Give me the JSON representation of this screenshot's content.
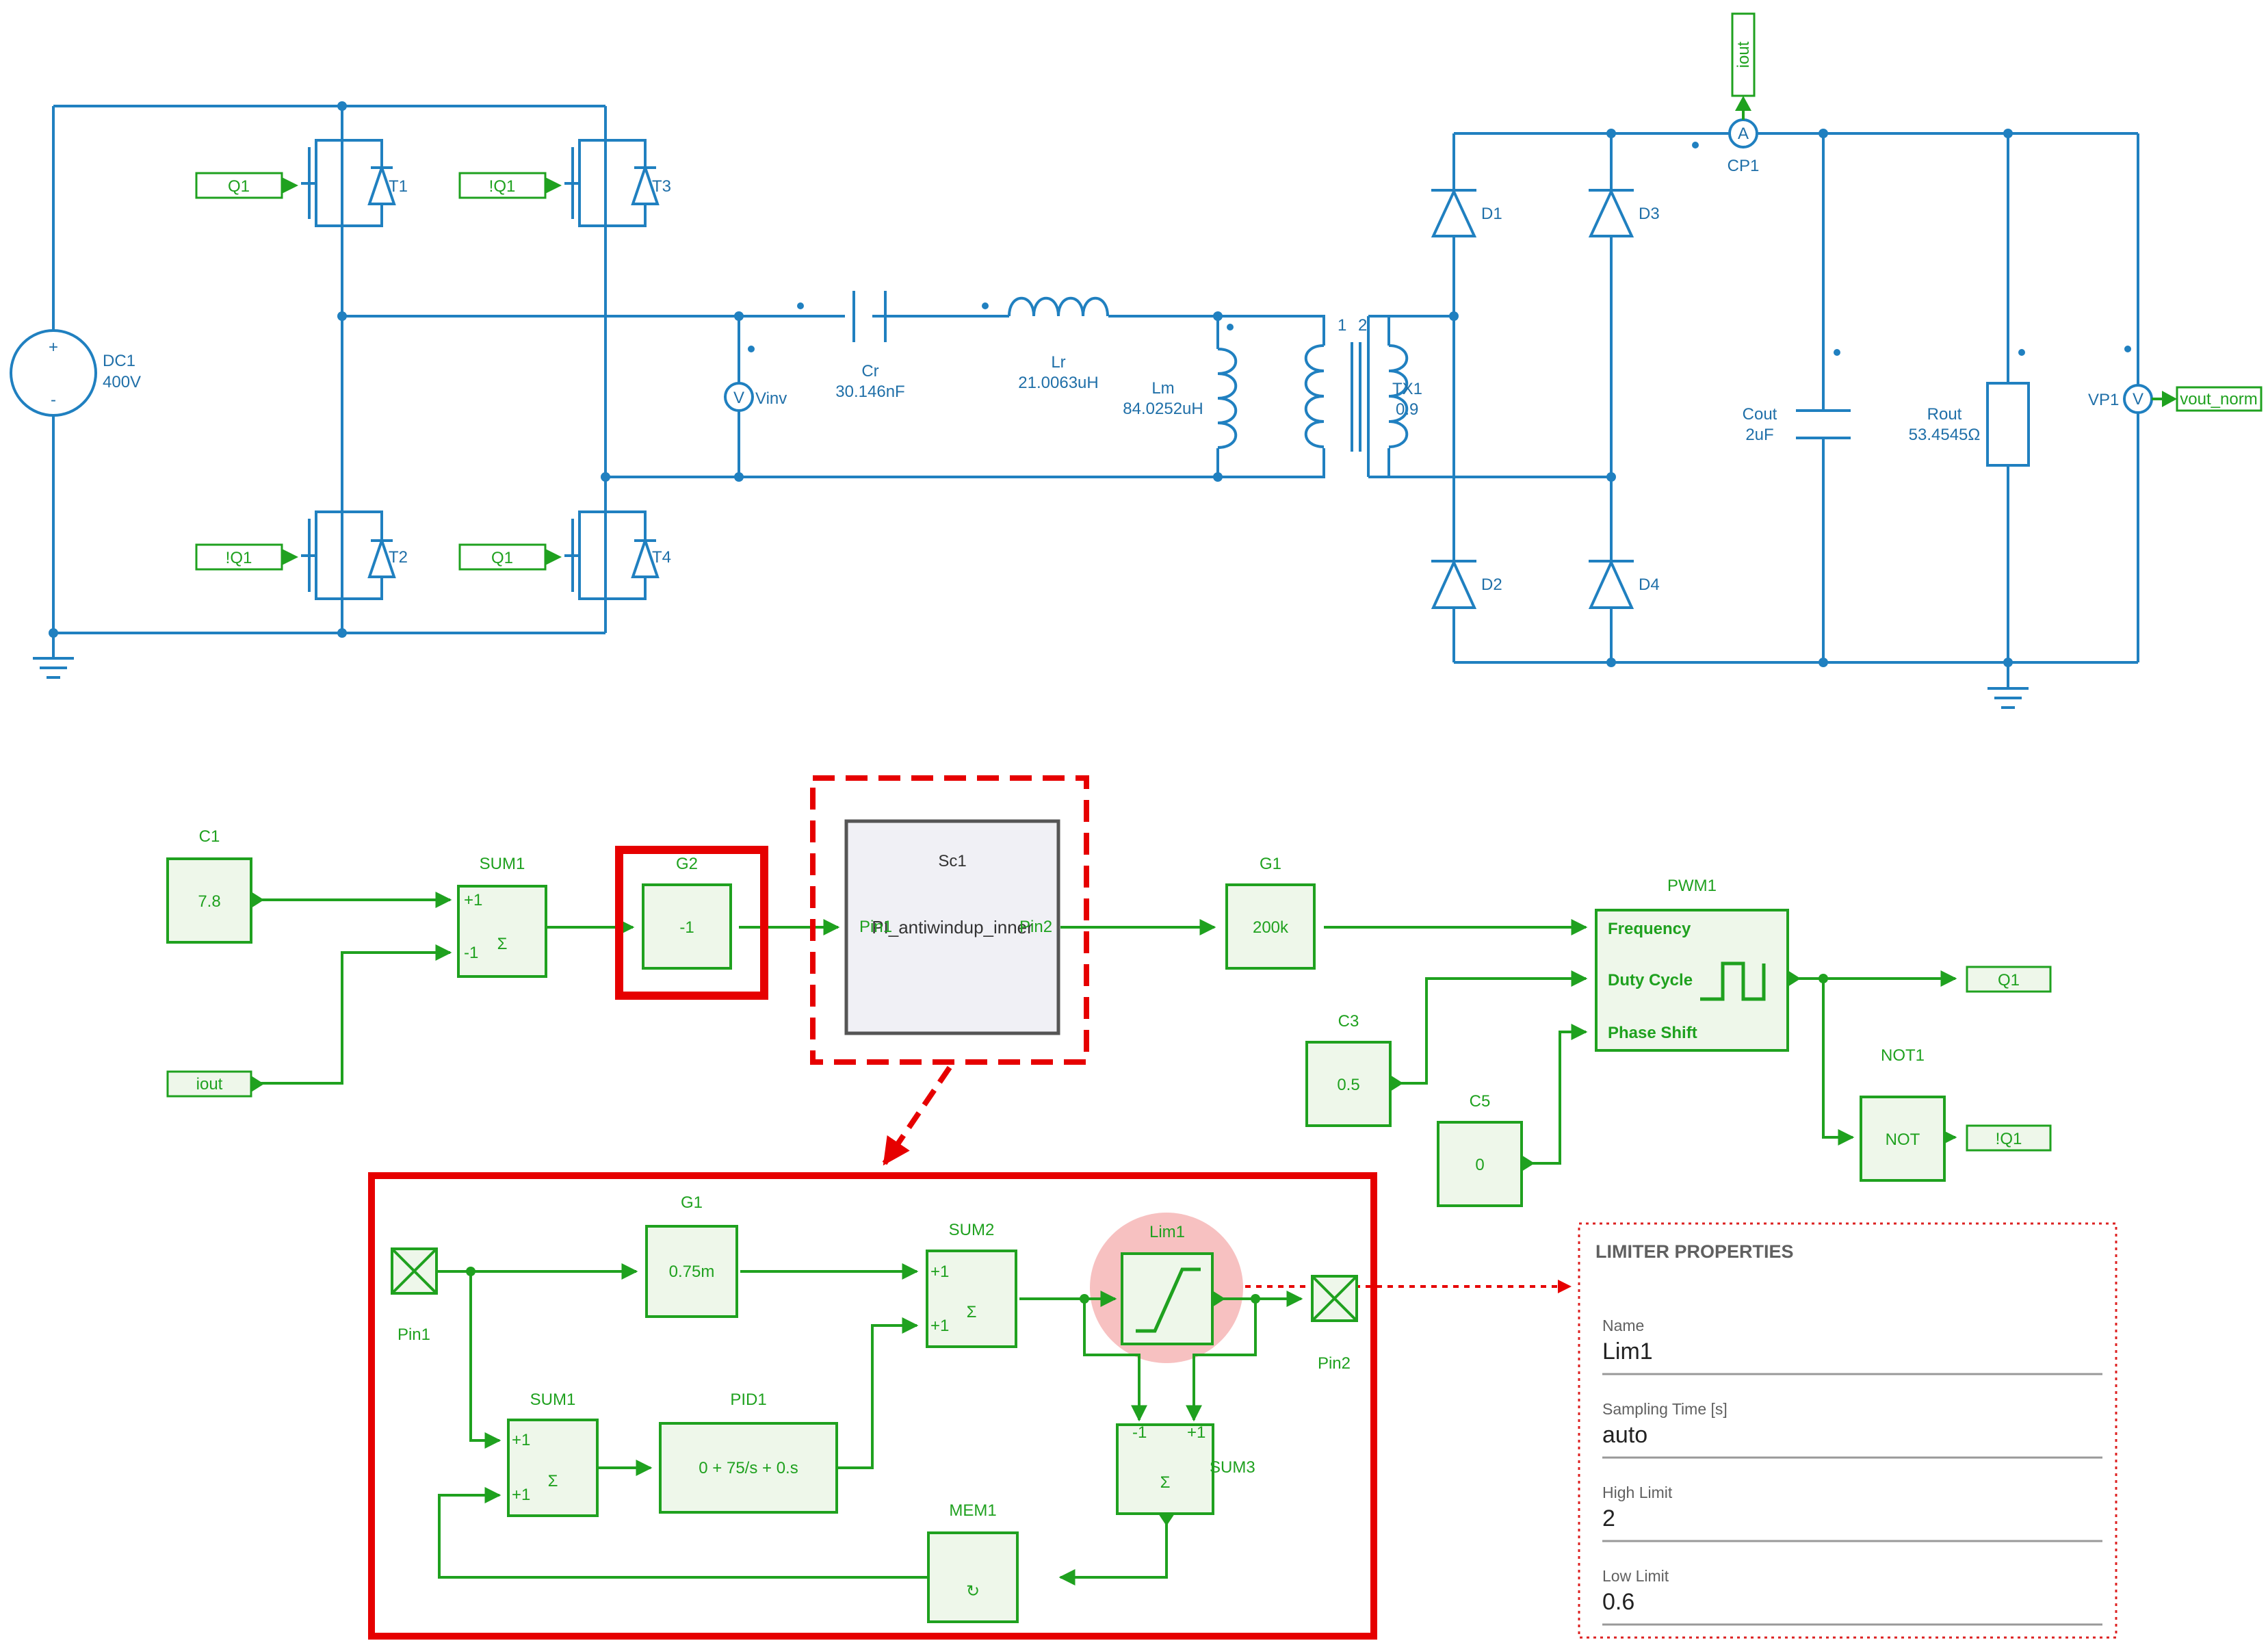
{
  "colors": {
    "circuit": "#2080c0",
    "control": "#1fa11f",
    "block_fill": "#eef7ea",
    "highlight": "#e60000",
    "subsystem_fill": "#f0f0f5",
    "limiter_glow": "#f4a6a6"
  },
  "power": {
    "dc1": {
      "name": "DC1",
      "value": "400V",
      "plus": "+",
      "minus": "-"
    },
    "t1": "T1",
    "t2": "T2",
    "t3": "T3",
    "t4": "T4",
    "gate_t1": "Q1",
    "gate_t2": "!Q1",
    "gate_t3": "!Q1",
    "gate_t4": "Q1",
    "vinv": {
      "name": "Vinv",
      "symbol": "V"
    },
    "cr": {
      "name": "Cr",
      "value": "30.146nF"
    },
    "lr": {
      "name": "Lr",
      "value": "21.0063uH"
    },
    "lm": {
      "name": "Lm",
      "value": "84.0252uH"
    },
    "tx1": {
      "name": "TX1",
      "value": "0.9",
      "pin1": "1",
      "pin2": "2"
    },
    "d1": "D1",
    "d2": "D2",
    "d3": "D3",
    "d4": "D4",
    "cp1": {
      "name": "CP1",
      "symbol": "A",
      "tag": "iout"
    },
    "cout": {
      "name": "Cout",
      "value": "2uF"
    },
    "rout": {
      "name": "Rout",
      "value": "53.4545Ω"
    },
    "vp1": {
      "name": "VP1",
      "symbol": "V",
      "tag": "vout_norm"
    }
  },
  "control": {
    "c1": {
      "name": "C1",
      "value": "7.8"
    },
    "iout_tag": "iout",
    "sum1": {
      "name": "SUM1",
      "symbol": "Σ",
      "in1": "+1",
      "in2": "-1"
    },
    "g2": {
      "name": "G2",
      "value": "-1"
    },
    "sc1": {
      "name": "Sc1",
      "label": "PI_antiwindup_inner",
      "pin_in": "Pin1",
      "pin_out": "Pin2"
    },
    "g1": {
      "name": "G1",
      "value": "200k"
    },
    "pwm1": {
      "name": "PWM1",
      "in1": "Frequency",
      "in2": "Duty Cycle",
      "in3": "Phase Shift"
    },
    "c3": {
      "name": "C3",
      "value": "0.5"
    },
    "c5": {
      "name": "C5",
      "value": "0"
    },
    "not1": {
      "name": "NOT1",
      "label": "NOT"
    },
    "q1_out": "Q1",
    "nq1_out": "!Q1"
  },
  "subsystem": {
    "pin1": "Pin1",
    "pin2": "Pin2",
    "g1": {
      "name": "G1",
      "value": "0.75m"
    },
    "sum2": {
      "name": "SUM2",
      "symbol": "Σ",
      "in1": "+1",
      "in2": "+1"
    },
    "lim1": {
      "name": "Lim1"
    },
    "sum1": {
      "name": "SUM1",
      "symbol": "Σ",
      "in1": "+1",
      "in2": "+1"
    },
    "pid1": {
      "name": "PID1",
      "value": "0 + 75/s + 0.s"
    },
    "sum3": {
      "name": "SUM3",
      "symbol": "Σ",
      "in1": "-1",
      "in2": "+1"
    },
    "mem1": {
      "name": "MEM1",
      "symbol": "↻"
    }
  },
  "properties": {
    "title": "LIMITER PROPERTIES",
    "fields": [
      {
        "label": "Name",
        "value": "Lim1"
      },
      {
        "label": "Sampling Time [s]",
        "value": "auto"
      },
      {
        "label": "High Limit",
        "value": "2"
      },
      {
        "label": "Low Limit",
        "value": "0.6"
      }
    ]
  }
}
